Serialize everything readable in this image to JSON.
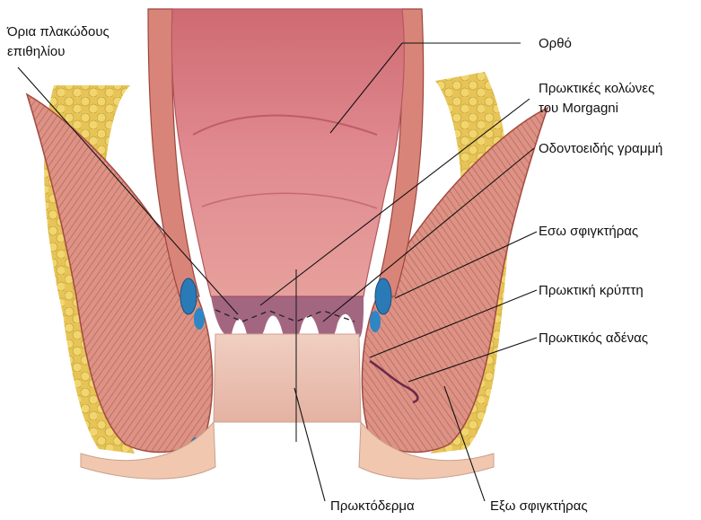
{
  "labels": {
    "epithelium": "Όρια πλακώδους επιθηλίου",
    "epithelium_line1": "Όρια πλακώδους",
    "epithelium_line2": "επιθηλίου",
    "rectum": "Ορθό",
    "columns_line1": "Πρωκτικές κολώνες",
    "columns_line2": "του Morgagni",
    "dentate": "Οδοντοειδής γραμμή",
    "internal_sphincter": "Εσω σφιγκτήρας",
    "crypt": "Πρωκτική κρύπτη",
    "gland": "Πρωκτικός αδένας",
    "anoderm": "Πρωκτόδερμα",
    "external_sphincter": "Εξω σφιγκτήρας"
  },
  "colors": {
    "background": "#ffffff",
    "fat": "#e9c95a",
    "fat_dark": "#c9a53a",
    "muscle": "#d98a7e",
    "muscle_line": "#b8564c",
    "mucosa": "#d9777e",
    "mucosa_light": "#eaa0a0",
    "columns": "#8f4a68",
    "anoderm": "#ecc6b6",
    "vein": "#2a7ab7",
    "skin": "#f2c7b0",
    "text": "#111111"
  }
}
